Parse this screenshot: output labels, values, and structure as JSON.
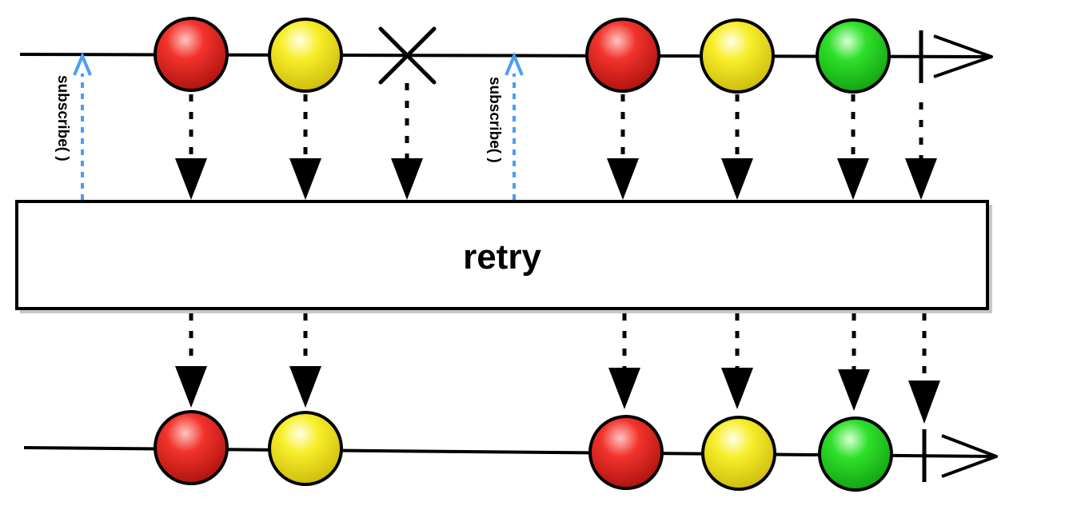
{
  "operator": {
    "label": "retry"
  },
  "subscribe_label": "subscribe( )",
  "colors": {
    "red": "#e8201c",
    "yellow": "#f5e917",
    "green": "#22d81f",
    "subscribe_arrow": "#4a9ff0",
    "line": "#000000"
  },
  "source_stream": {
    "events": [
      {
        "kind": "subscribe"
      },
      {
        "kind": "item",
        "color": "red"
      },
      {
        "kind": "item",
        "color": "yellow"
      },
      {
        "kind": "error"
      },
      {
        "kind": "subscribe"
      },
      {
        "kind": "item",
        "color": "red"
      },
      {
        "kind": "item",
        "color": "yellow"
      },
      {
        "kind": "item",
        "color": "green"
      },
      {
        "kind": "complete"
      }
    ]
  },
  "result_stream": {
    "events": [
      {
        "kind": "item",
        "color": "red"
      },
      {
        "kind": "item",
        "color": "yellow"
      },
      {
        "kind": "item",
        "color": "red"
      },
      {
        "kind": "item",
        "color": "yellow"
      },
      {
        "kind": "item",
        "color": "green"
      },
      {
        "kind": "complete"
      }
    ]
  }
}
